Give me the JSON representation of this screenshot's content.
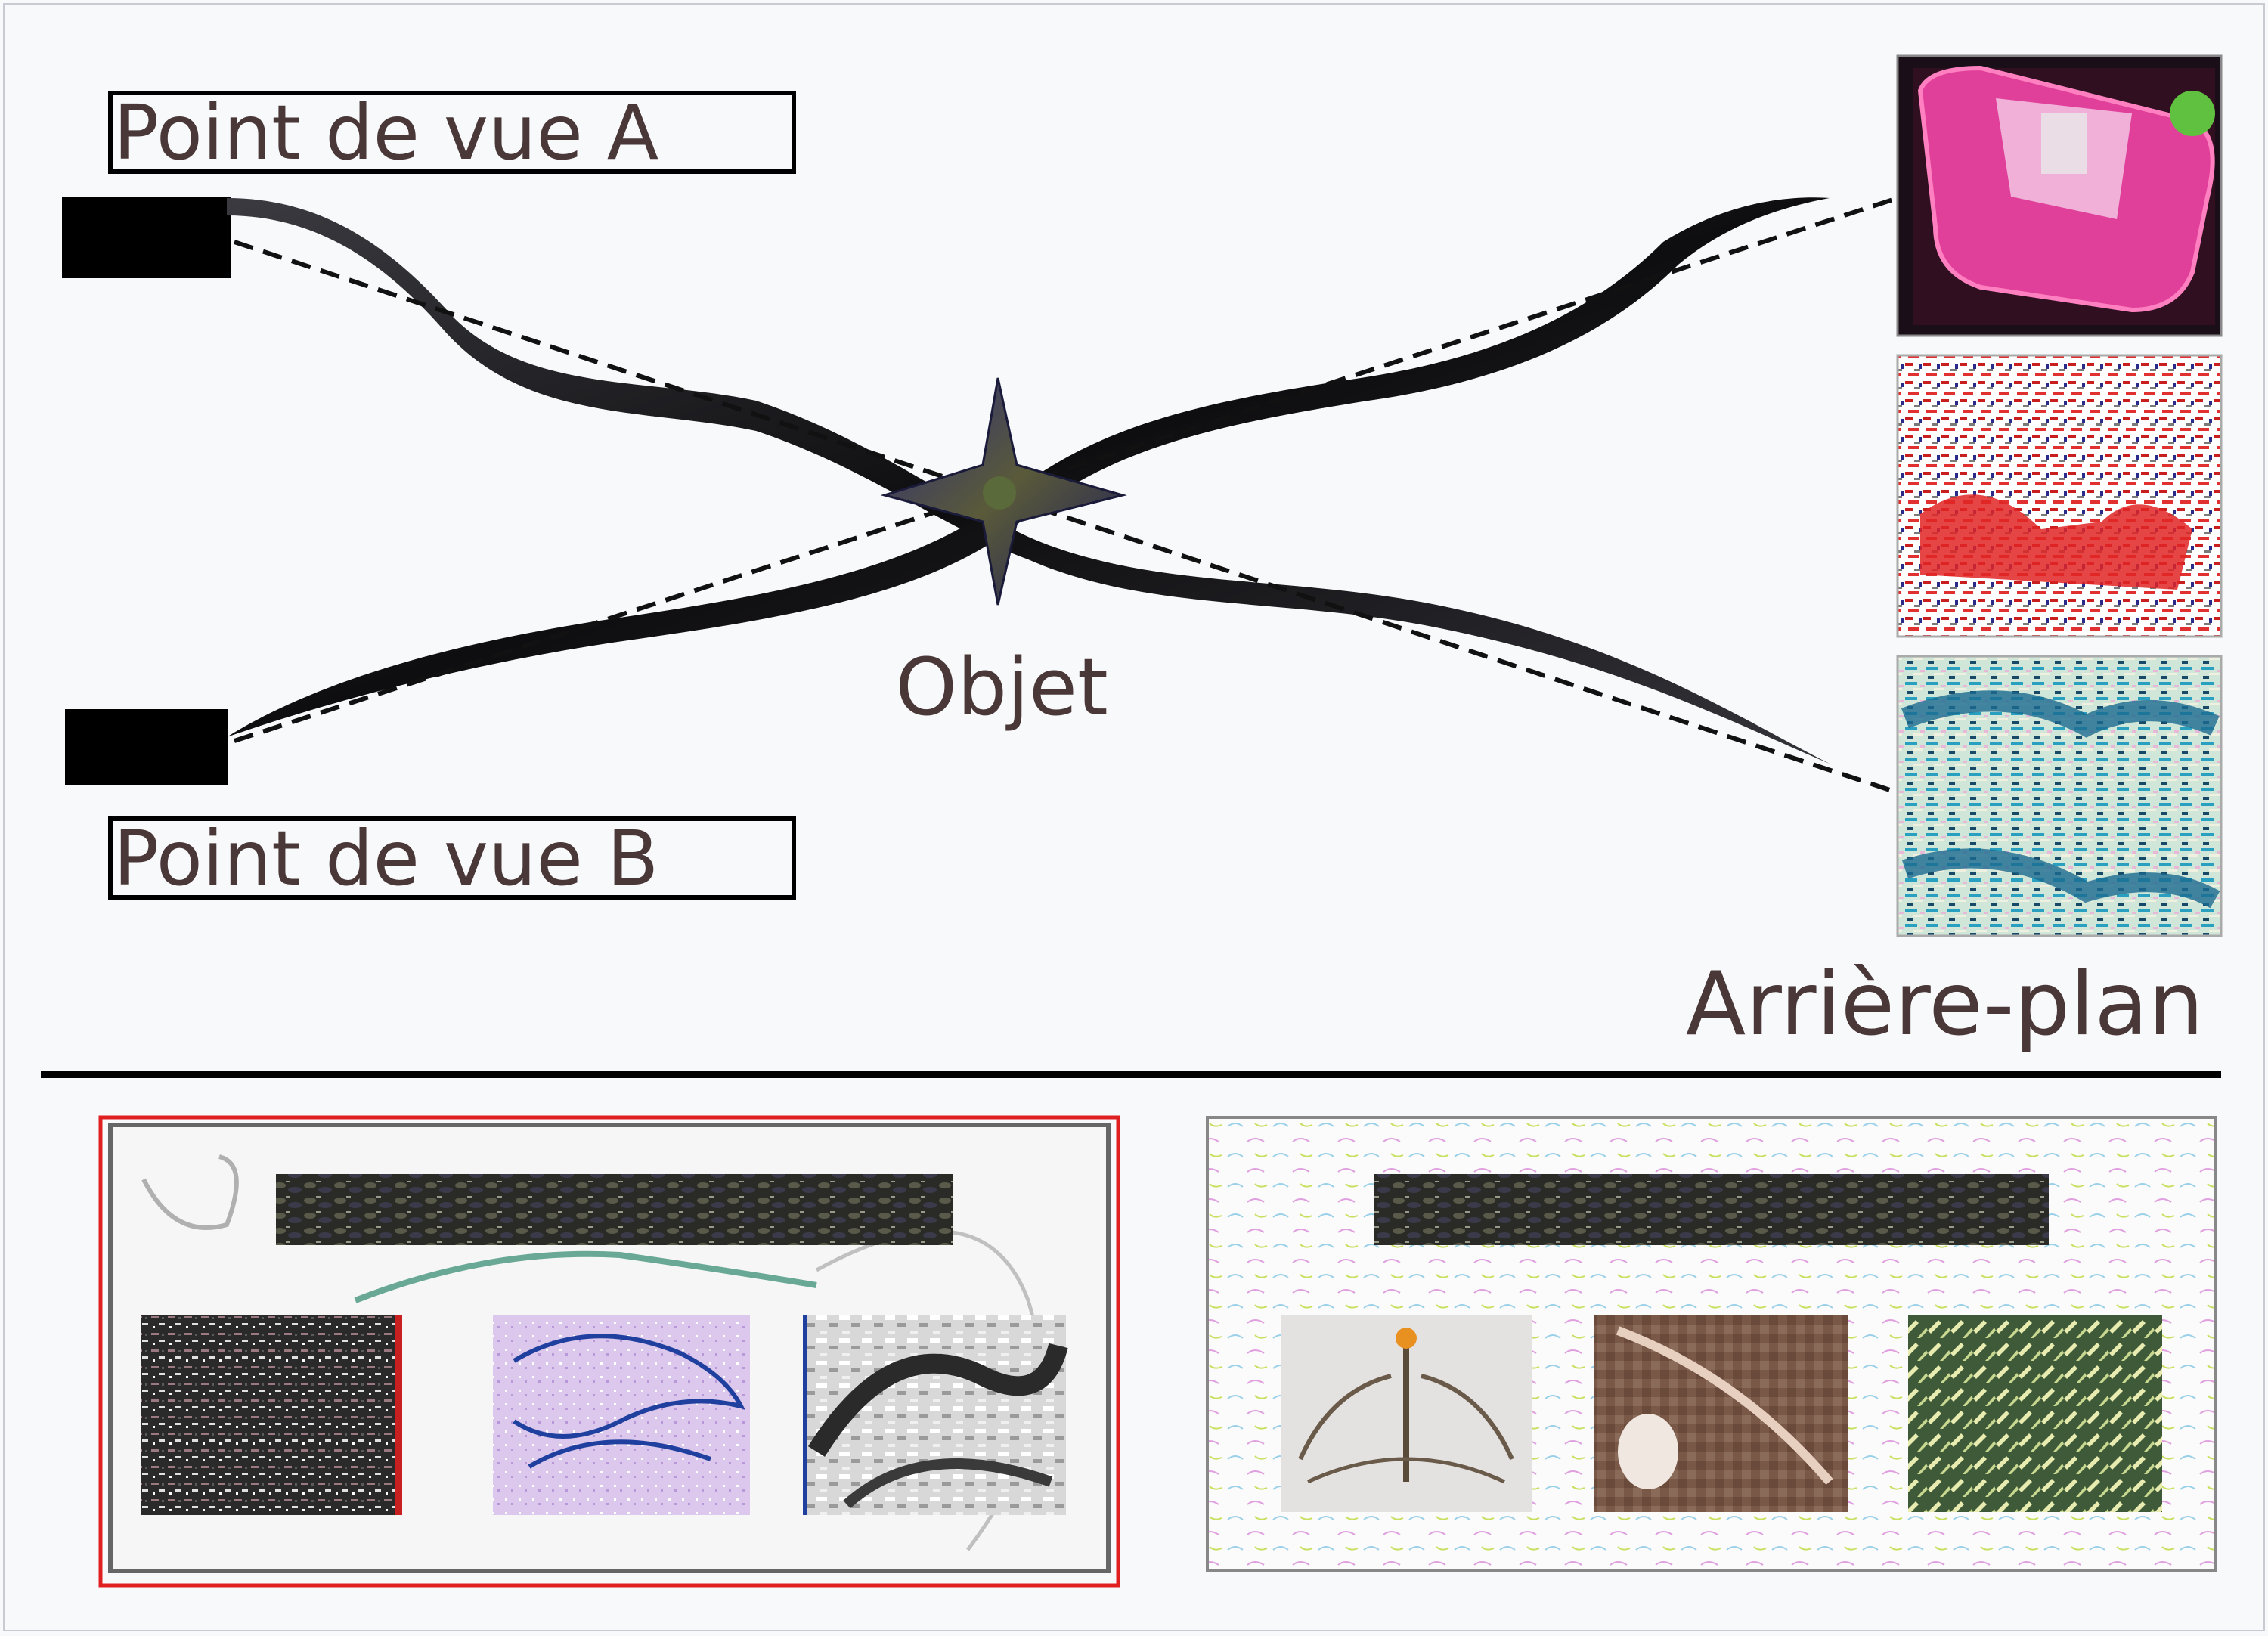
{
  "diagram": {
    "viewpoint_a_label": "Point de vue A",
    "viewpoint_b_label": "Point de vue B",
    "object_label": "Objet",
    "background_label": "Arrière-plan"
  },
  "colors": {
    "page_background": "#f8f9fb",
    "text": "#4a3838",
    "curve": "#1c1c1e",
    "dashed_line": "#111111",
    "highlight_border": "#e02020",
    "divider": "#000000"
  },
  "thumbnails": {
    "right_column": [
      "pink-object-photo",
      "red-glitch-pattern",
      "teal-glitch-pattern"
    ],
    "left_panel": [
      "dark-texture",
      "purple-tribal-pattern",
      "glitch-swirl"
    ],
    "right_panel": [
      "chandelier-sketch",
      "brown-abstract",
      "green-foliage"
    ]
  }
}
